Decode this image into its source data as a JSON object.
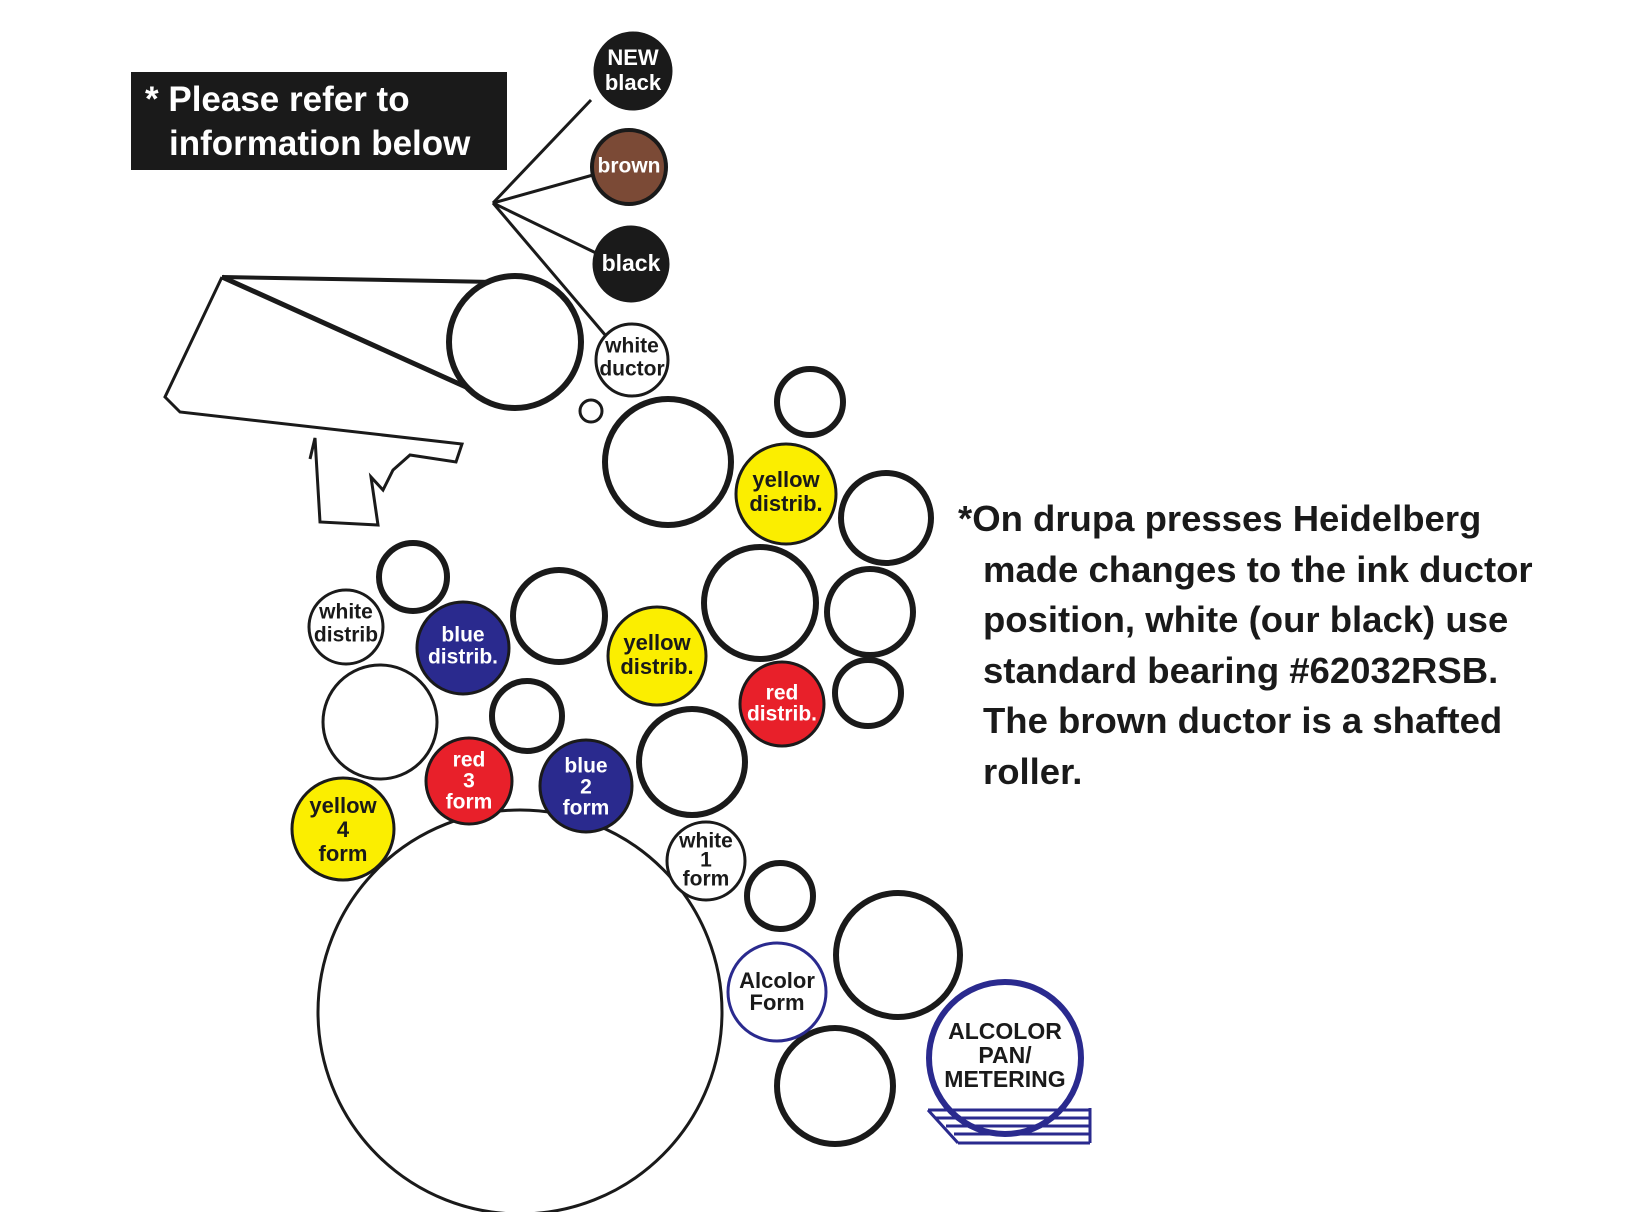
{
  "notice": {
    "lines": [
      "* Please refer to",
      "information below"
    ]
  },
  "note": {
    "lines": [
      "*On drupa presses Heidelberg",
      "made changes to the ink ductor",
      "position, white (our black) use",
      "standard bearing #62032RSB.",
      "The brown ductor is a shafted",
      "roller."
    ]
  },
  "colors": {
    "black": "#1a1a1a",
    "brown": "#7b4a36",
    "yellow": "#fbee00",
    "blue": "#2a2a8e",
    "red": "#e8202a",
    "alcolor_blue": "#2a2a8e"
  },
  "rollers": {
    "new_black": [
      "NEW",
      "black"
    ],
    "brown": [
      "brown"
    ],
    "black": [
      "black"
    ],
    "white_ductor": [
      "white",
      "ductor"
    ],
    "yellow_distrib_top": [
      "yellow",
      "distrib."
    ],
    "white_distrib": [
      "white",
      "distrib"
    ],
    "blue_distrib": [
      "blue",
      "distrib."
    ],
    "yellow_distrib_mid": [
      "yellow",
      "distrib."
    ],
    "red_distrib": [
      "red",
      "distrib."
    ],
    "red_3_form": [
      "red",
      "3",
      "form"
    ],
    "blue_2_form": [
      "blue",
      "2",
      "form"
    ],
    "yellow_4_form": [
      "yellow",
      "4",
      "form"
    ],
    "white_1_form": [
      "white",
      "1",
      "form"
    ],
    "alcolor_form": [
      "Alcolor",
      "Form"
    ],
    "alcolor_pan": [
      "ALCOLOR",
      "PAN/",
      "METERING"
    ]
  }
}
